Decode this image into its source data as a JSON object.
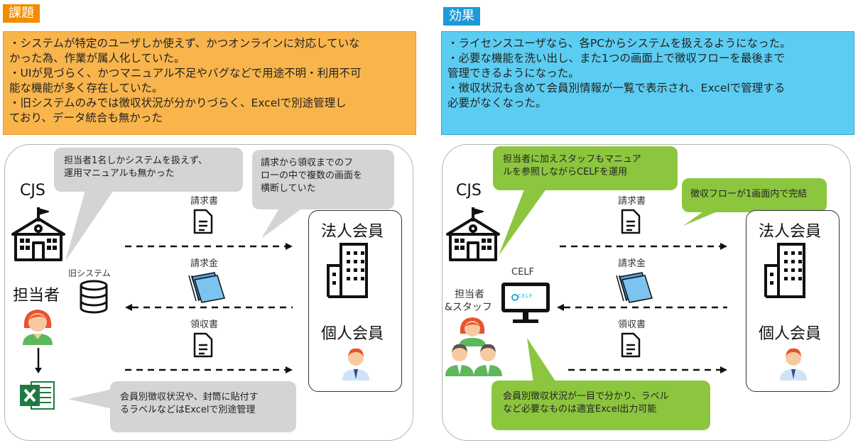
{
  "left": {
    "tag": "課題",
    "lines": [
      "・システムが特定のユーザしか使えず、かつオンラインに対応していな",
      "かった為、作業が属人化していた。",
      "・UIが見づらく、かつマニュアル不足やバグなどで用途不明・利用不可",
      "能な機能が多く存在していた。",
      "・旧システムのみでは徴収状況が分かりづらく、Excelで別途管理し",
      "ており、データ統合も無かった"
    ],
    "bubble1": [
      "担当者1名しかシステムを扱えず、",
      "運用マニュアルも無かった"
    ],
    "bubble2": [
      "請求から領収までのフ",
      "ローの中で複数の画面を",
      "横断していた"
    ],
    "bubble3": [
      "会員別徴収状況や、封筒に貼付す",
      "るラベルなどはExcelで別途管理"
    ],
    "cjs": "CJS",
    "old_system": "旧システム",
    "staff": "担当者",
    "invoice": "請求書",
    "payment": "請求金",
    "receipt": "領収書",
    "corp": "法人会員",
    "indiv": "個人会員"
  },
  "right": {
    "tag": "効果",
    "lines": [
      "・ライセンスユーザなら、各PCからシステムを扱えるようになった。",
      "・必要な機能を洗い出し、また1つの画面上で徴収フローを最後まで",
      "管理できるようになった。",
      "・徴収状況も含めて会員別情報が一覧で表示され、Excelで管理する",
      "必要がなくなった。"
    ],
    "bubble1": [
      "担当者に加えスタッフもマニュア",
      "ルを参照しながらCELFを運用"
    ],
    "bubble2": [
      "徴収フローが1画面内で完結"
    ],
    "bubble3": [
      "会員別徴収状況が一目で分かり、ラベル",
      "など必要なものは適宜Excel出力可能"
    ],
    "cjs": "CJS",
    "celf": "CELF",
    "celf_screen": "CELF",
    "staff1": "担当者",
    "staff2": "&スタッフ",
    "invoice": "請求書",
    "payment": "請求金",
    "receipt": "領収書",
    "corp": "法人会員",
    "indiv": "個人会員"
  },
  "colors": {
    "orange": "#f28c00",
    "orange_light": "#f9b54c",
    "blue": "#1c9ad6",
    "blue_light": "#5ccdf2",
    "green": "#8cc63f",
    "gray_bubble": "#d4d4d4",
    "excel_green": "#1d7a43"
  }
}
